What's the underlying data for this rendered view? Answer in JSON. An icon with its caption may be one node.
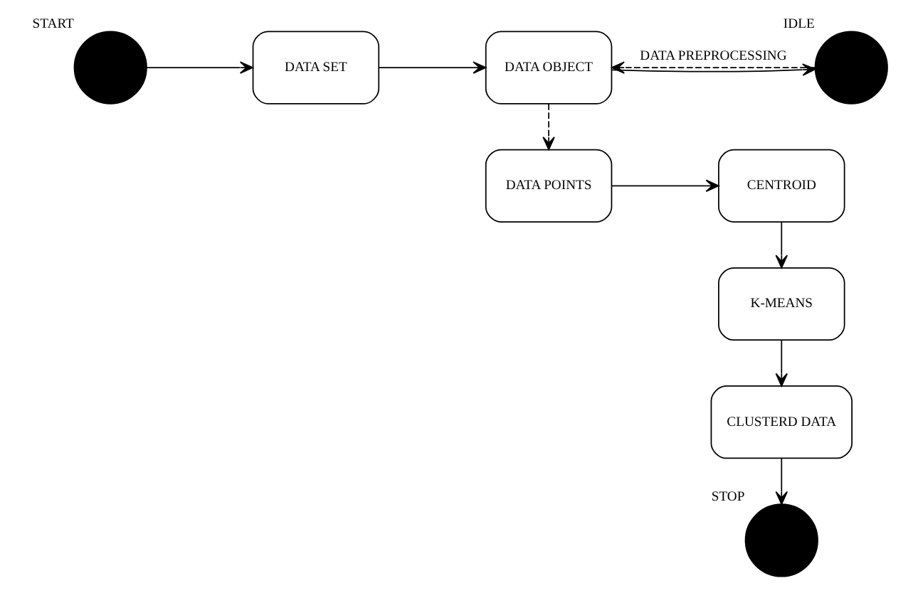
{
  "diagram": {
    "nodes": [
      {
        "text": [],
        "shape": "circle",
        "beside": [
          "START"
        ]
      },
      {
        "text": [
          "DATA SET"
        ]
      },
      {
        "text": [
          "DATA OBJECT"
        ]
      },
      {
        "text": [],
        "shape": "circle",
        "beside": [
          "IDLE"
        ]
      },
      {
        "text": [
          "DATA POINTS"
        ]
      },
      {
        "text": [
          "CENTROID"
        ]
      },
      {
        "text": [
          "K-MEANS"
        ]
      },
      {
        "text": [
          "CLUSTERD DATA"
        ]
      },
      {
        "text": [],
        "shape": "circle",
        "beside": [
          "STOP"
        ]
      }
    ],
    "edges": [
      {
        "from": 0,
        "to": 1,
        "arrow": "to"
      },
      {
        "from": 1,
        "to": 2,
        "arrow": "to"
      },
      {
        "from": 2,
        "to": 3,
        "arrow": "to"
      },
      {
        "from": 3,
        "to": 2,
        "arrow": "to",
        "style": "dashed",
        "label": "DATA PREPROCESSING"
      },
      {
        "from": 2,
        "to": 4,
        "arrow": "to",
        "style": "dashed"
      },
      {
        "from": 4,
        "to": 5,
        "arrow": "to"
      },
      {
        "from": 5,
        "to": 6,
        "arrow": "to"
      },
      {
        "from": 6,
        "to": 7,
        "arrow": "to"
      },
      {
        "from": 7,
        "to": 8,
        "arrow": "to"
      }
    ]
  }
}
